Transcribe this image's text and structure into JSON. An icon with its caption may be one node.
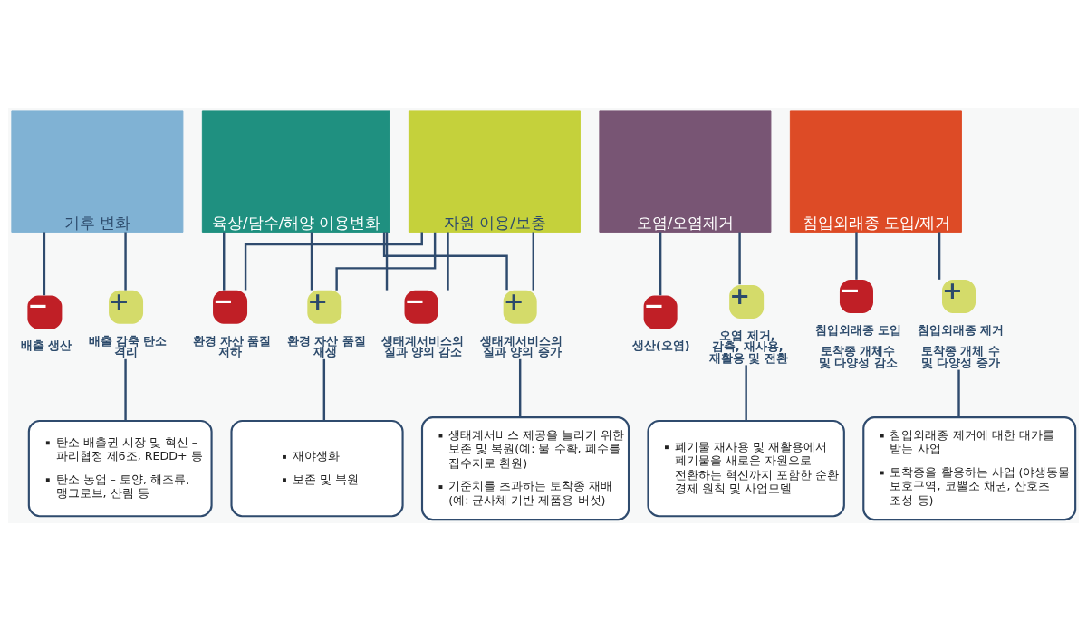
{
  "diagram": {
    "nodes": [
      {
        "text": [
          "기후 변화"
        ]
      },
      {
        "text": [
          "육상/담수/해양 이용변화"
        ]
      },
      {
        "text": [
          "자원 이용/보충"
        ]
      },
      {
        "text": [
          "오염/오염제거"
        ]
      },
      {
        "text": [
          "침입외래종 도입/제거"
        ]
      },
      {
        "text": [
          "−"
        ],
        "beside": [
          "배출 생산"
        ]
      },
      {
        "text": [
          "+"
        ],
        "beside": [
          "배출 감축 탄소 격리"
        ]
      },
      {
        "text": [
          "−"
        ],
        "beside": [
          "환경 자산 품질 저하"
        ]
      },
      {
        "text": [
          "+"
        ],
        "beside": [
          "환경 자산 품질 재생"
        ]
      },
      {
        "text": [
          "−"
        ],
        "beside": [
          "생태계서비스의 질과 양의 감소"
        ]
      },
      {
        "text": [
          "+"
        ],
        "beside": [
          "생태계서비스의 질과 양의 증가"
        ]
      },
      {
        "text": [
          "−"
        ],
        "beside": [
          "생산(오염)"
        ]
      },
      {
        "text": [
          "+"
        ],
        "beside": [
          "오염 제거, 감축, 재사용, 재활용 및 전환"
        ]
      },
      {
        "text": [
          "−"
        ],
        "beside": [
          "침입외래종 도입",
          "토착종 개체수 및 다양성 감소"
        ]
      },
      {
        "text": [
          "+"
        ],
        "beside": [
          "침입외래종 제거",
          "토착종 개체 수 및 다양성 증가"
        ]
      },
      {
        "text": [
          "탄소 배출권 시장 및 혁신 – 파리협정 제6조, REDD+ 등",
          "탄소 농업 – 토양, 해조류, 맹그로브, 산림 등"
        ]
      },
      {
        "text": [
          "재야생화",
          "보존 및 복원"
        ]
      },
      {
        "text": [
          "생태계서비스 제공을 늘리기 위한 보존 및 복원(예: 물 수확, 폐수를 집수지로 환원)",
          "기준치를 초과하는 토착종 재배 (예: 균사체 기반 제품용 버섯)"
        ]
      },
      {
        "text": [
          "폐기물 재사용 및 재활용에서 폐기물을 새로운 자원으로 전환하는 혁신까지 포함한 순환 경제 원칙 및 사업모델"
        ]
      },
      {
        "text": [
          "침입외래종 제거에 대한 대가를 받는 사업",
          "토착종을 활용하는 사업 (야생동물 보호구역, 코뿔소 채권, 산호초 조성 등)"
        ]
      }
    ],
    "edges": [
      {
        "from": 0,
        "to": 5,
        "arrow": "none"
      },
      {
        "from": 0,
        "to": 6,
        "arrow": "none"
      },
      {
        "from": 1,
        "to": 7,
        "arrow": "none"
      },
      {
        "from": 1,
        "to": 8,
        "arrow": "none"
      },
      {
        "from": 1,
        "to": 9,
        "arrow": "none"
      },
      {
        "from": 1,
        "to": 10,
        "arrow": "none"
      },
      {
        "from": 2,
        "to": 7,
        "arrow": "none"
      },
      {
        "from": 2,
        "to": 8,
        "arrow": "none"
      },
      {
        "from": 2,
        "to": 9,
        "arrow": "none"
      },
      {
        "from": 2,
        "to": 10,
        "arrow": "none"
      },
      {
        "from": 3,
        "to": 11,
        "arrow": "none"
      },
      {
        "from": 3,
        "to": 12,
        "arrow": "none"
      },
      {
        "from": 4,
        "to": 13,
        "arrow": "none"
      },
      {
        "from": 4,
        "to": 14,
        "arrow": "none"
      },
      {
        "from": 6,
        "to": 15,
        "arrow": "none"
      },
      {
        "from": 8,
        "to": 16,
        "arrow": "none"
      },
      {
        "from": 10,
        "to": 17,
        "arrow": "none"
      },
      {
        "from": 12,
        "to": 18,
        "arrow": "none"
      },
      {
        "from": 14,
        "to": 19,
        "arrow": "none"
      }
    ]
  }
}
